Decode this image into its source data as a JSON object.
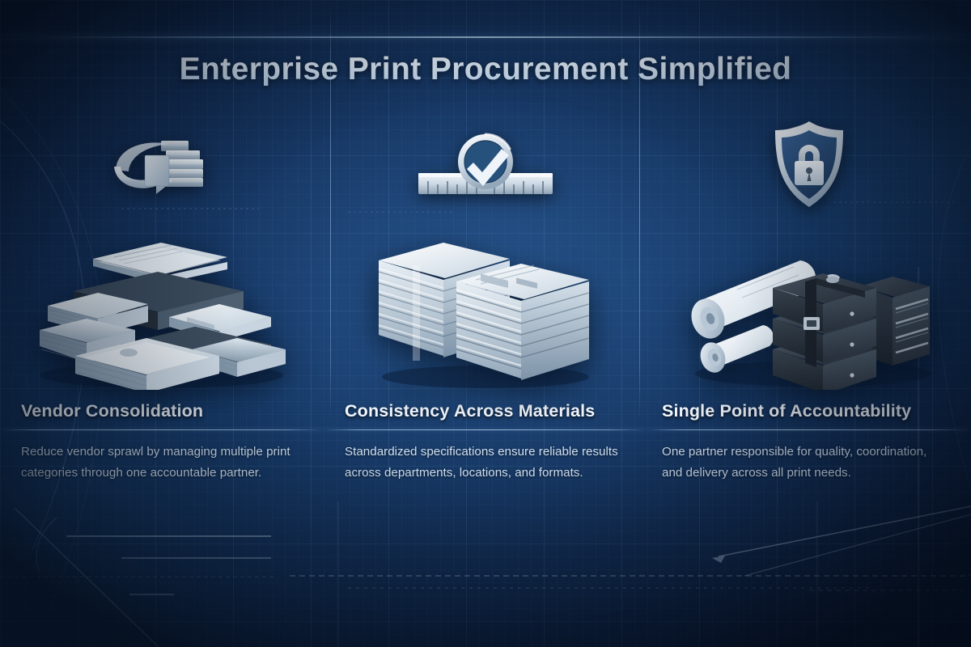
{
  "poster": {
    "title": "Enterprise Print Procurement Simplified",
    "theme": {
      "background_deep": "#0b1d38",
      "background_mid": "#17406f",
      "grid_line": "#96c3f0",
      "heading_text": "#f2f7fd",
      "body_text": "#cfe0f2",
      "title_text": "#dceaf8",
      "artwork_light": "#e9f0f7",
      "artwork_dark": "#2b3a4c"
    }
  },
  "columns": [
    {
      "icon_name": "vendor-consolidation-icon",
      "artwork_name": "scattered-print-stacks-illustration",
      "heading": "Vendor Consolidation",
      "body": "Reduce vendor sprawl by managing multiple print categories through one accountable partner."
    },
    {
      "icon_name": "quality-check-ruler-icon",
      "artwork_name": "aligned-paper-stacks-illustration",
      "heading": "Consistency Across Materials",
      "body": "Standardized specifications ensure reliable results across departments, locations, and formats."
    },
    {
      "icon_name": "shield-lock-icon",
      "artwork_name": "blueprints-and-binders-illustration",
      "heading": "Single Point of Accountability",
      "body": "One partner responsible for quality, coordination, and delivery across all print needs."
    }
  ]
}
